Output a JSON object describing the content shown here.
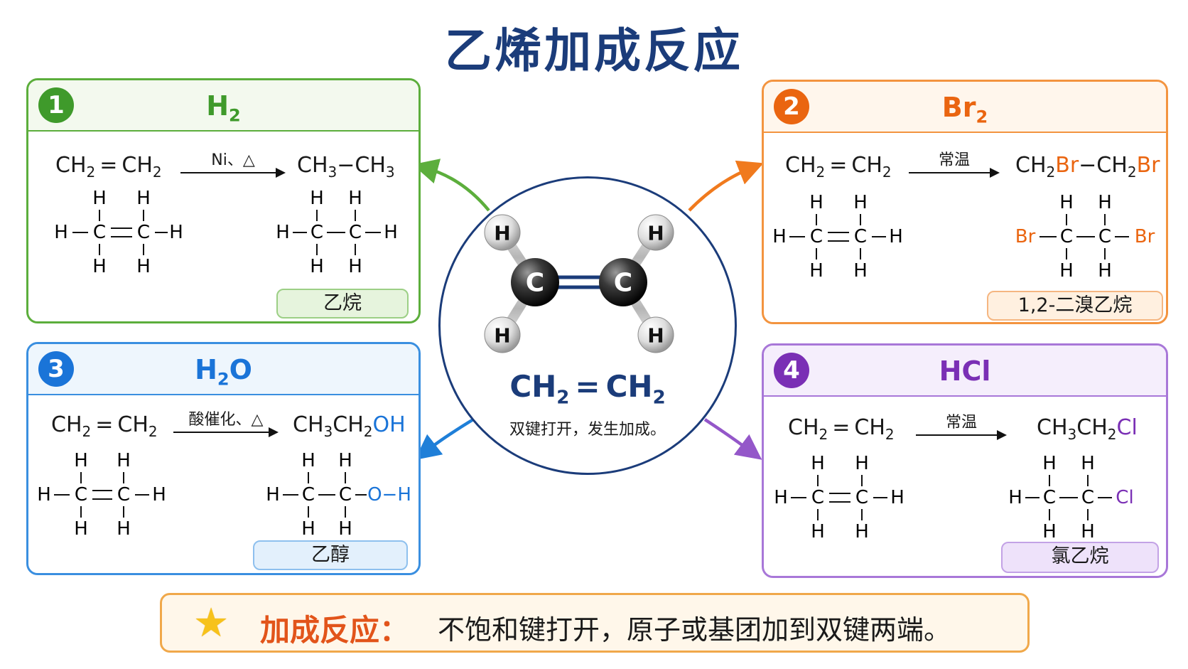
{
  "title": "乙烯加成反应",
  "center": {
    "atom_c": "C",
    "atom_h": "H",
    "formula_a": "CH",
    "formula_sub": "2",
    "formula_eq": "=",
    "formula_b": "CH",
    "caption": "双键打开，发生加成。",
    "colors": {
      "carbon": "#2a2a2a",
      "hydrogen": "#e6e6e6",
      "bond": "#1b3c7a"
    }
  },
  "reactant": {
    "ch": "CH",
    "sub2": "2",
    "eq": "=",
    "atom_h": "H",
    "atom_c": "C"
  },
  "atom_symbols": {
    "dash": "−",
    "eq": "="
  },
  "cards": [
    {
      "id": 1,
      "number": "1",
      "reagent": "H",
      "reagent_sub": "2",
      "condition": "Ni、△",
      "product_parts": [
        "CH",
        "3",
        "−CH",
        "3"
      ],
      "sub_a_left": "H",
      "sub_b_right": "H",
      "name": "乙烷",
      "color": "#3f9a2b",
      "light": "#eaf6e2"
    },
    {
      "id": 2,
      "number": "2",
      "reagent": "Br",
      "reagent_sub": "2",
      "condition": "常温",
      "product_parts": [
        "CH",
        "2",
        "Br",
        "−CH",
        "2",
        "Br"
      ],
      "sub_a_left": "Br",
      "sub_b_right": "Br",
      "name": "1,2-二溴乙烷",
      "color": "#ea6510",
      "light": "#fff1e2"
    },
    {
      "id": 3,
      "number": "3",
      "reagent": "H",
      "reagent_sub": "2",
      "reagent_tail": "O",
      "condition": "酸催化、△",
      "product_parts": [
        "CH",
        "3",
        "CH",
        "2",
        "OH"
      ],
      "sub_a_left": "H",
      "sub_b_right": "O−H",
      "name": "乙醇",
      "color": "#1a74d8",
      "light": "#e3f0fc"
    },
    {
      "id": 4,
      "number": "4",
      "reagent": "HCl",
      "condition": "常温",
      "product_parts": [
        "CH",
        "3",
        "CH",
        "2",
        "Cl"
      ],
      "sub_a_left": "H",
      "sub_b_right": "Cl",
      "name": "氯乙烷",
      "color": "#7a2fb5",
      "light": "#efe4fa"
    }
  ],
  "footer": {
    "star_icon": "★",
    "label": "加成反应：",
    "text": "不饱和键打开，原子或基团加到双键两端。"
  }
}
